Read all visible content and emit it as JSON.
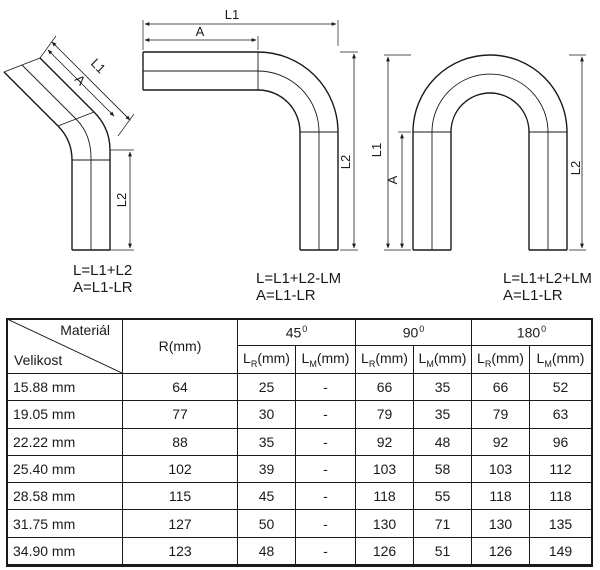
{
  "diagram": {
    "bend45": {
      "label_a": "A",
      "label_l1": "L1",
      "label_l2": "L2",
      "formula": [
        "L=L1+L2",
        "A=L1-LR"
      ]
    },
    "bend90": {
      "label_a": "A",
      "label_l1": "L1",
      "label_l2": "L2",
      "formula": [
        "L=L1+L2-LM",
        "A=L1-LR"
      ]
    },
    "bend180": {
      "label_a": "A",
      "label_l1": "L1",
      "label_l2": "L2",
      "formula": [
        "L=L1+L2+LM",
        "A=L1-LR"
      ]
    }
  },
  "table": {
    "corner_top": "Materiál",
    "corner_bottom": "Velikost",
    "r_header": "R(mm)",
    "angle_groups": [
      {
        "angle": "45",
        "degree": "0"
      },
      {
        "angle": "90",
        "degree": "0"
      },
      {
        "angle": "180",
        "degree": "0"
      }
    ],
    "sub_headers": [
      {
        "base": "L",
        "sub": "R",
        "unit": "(mm)"
      },
      {
        "base": "L",
        "sub": "M",
        "unit": "(mm)"
      }
    ],
    "rows": [
      [
        "15.88 mm",
        "64",
        "25",
        "-",
        "66",
        "35",
        "66",
        "52"
      ],
      [
        "19.05 mm",
        "77",
        "30",
        "-",
        "79",
        "35",
        "79",
        "63"
      ],
      [
        "22.22 mm",
        "88",
        "35",
        "-",
        "92",
        "48",
        "92",
        "96"
      ],
      [
        "25.40 mm",
        "102",
        "39",
        "-",
        "103",
        "58",
        "103",
        "112"
      ],
      [
        "28.58 mm",
        "115",
        "45",
        "-",
        "118",
        "55",
        "118",
        "118"
      ],
      [
        "31.75 mm",
        "127",
        "50",
        "-",
        "130",
        "71",
        "130",
        "135"
      ],
      [
        "34.90 mm",
        "123",
        "48",
        "-",
        "126",
        "51",
        "126",
        "149"
      ]
    ]
  }
}
